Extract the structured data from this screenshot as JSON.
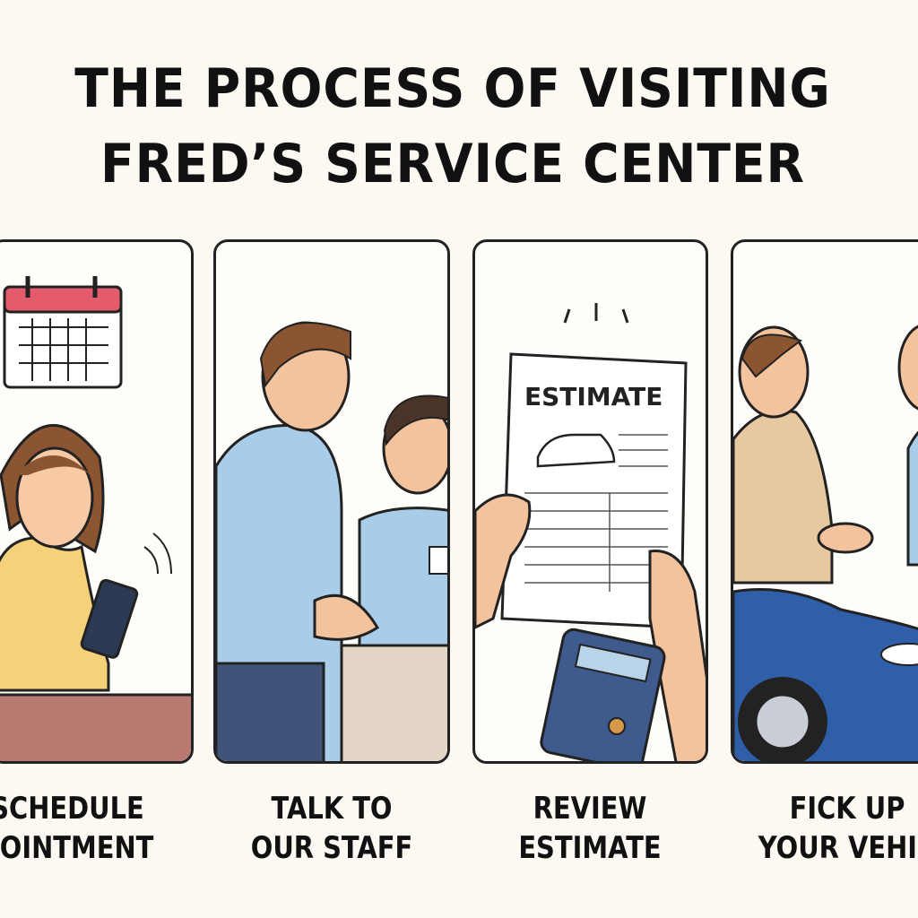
{
  "title": {
    "line1": "THE PROCESS OF VISITING",
    "line2": "FRED’S SERVICE CENTER"
  },
  "steps": [
    {
      "line1": "SCHEDULE",
      "line2": "POINTMENT"
    },
    {
      "line1": "TALK TO",
      "line2": "OUR STAFF"
    },
    {
      "line1": "REVIEW",
      "line2": "ESTIMATE"
    },
    {
      "line1": "FICK UP",
      "line2": "YOUR VEHIC"
    }
  ],
  "estimate_doc": {
    "heading": "ESTIMATE"
  },
  "colors": {
    "background": "#fcf8f2",
    "shirt_blue": "#a9cde8",
    "car_blue": "#2f5fa8",
    "calendar_red": "#e45b6b"
  }
}
